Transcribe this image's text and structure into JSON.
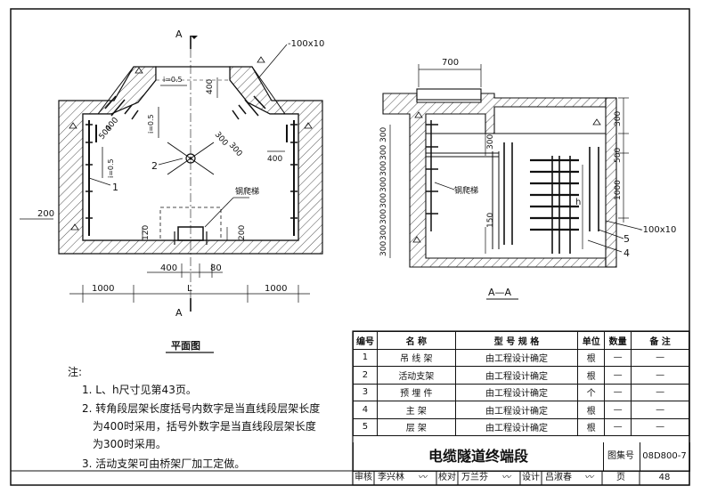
{
  "plan": {
    "section_mark": "A",
    "section_mark_bottom": "A",
    "flat_steel": "-100x10",
    "slope1": "i=0.5",
    "slope2": "i=0.5",
    "slope3": "i=0.5",
    "dim_400_a": "400",
    "dim_400_b": "400",
    "dim_500": "500",
    "dim_300_a": "300",
    "dim_300_b": "300",
    "dim_400_c": "400",
    "dim_120": "120",
    "dim_200": "200",
    "dim_200_left": "200",
    "dim_400_bottom": "400",
    "dim_80": "80",
    "dim_1000_left": "1000",
    "dim_L": "L",
    "dim_1000_right": "1000",
    "ladder": "钢爬梯",
    "callout_1": "1",
    "callout_2": "2",
    "caption": "平面图"
  },
  "section": {
    "dim_700": "700",
    "dim_300_top": "300",
    "dim_500": "500",
    "dim_1000": "1000",
    "dim_h": "h",
    "dim_300_inner": "300",
    "dim_150": "150",
    "left_dims": [
      "300",
      "300",
      "300",
      "300",
      "300",
      "300",
      "300",
      "300"
    ],
    "ladder": "钢爬梯",
    "flat_steel": "-100x10",
    "callout_4": "4",
    "callout_5": "5",
    "caption": "A—A"
  },
  "notes": {
    "heading": "注:",
    "items": [
      "1. L、h尺寸见第43页。",
      "2. 转角段层架长度括号内数字是当直线段层架长度",
      "为400时采用，括号外数字是当直线段层架长度",
      "为300时采用。",
      "3. 活动支架可由桥架厂加工定做。"
    ]
  },
  "table": {
    "headers": [
      "编号",
      "名 称",
      "型 号 规 格",
      "单位",
      "数量",
      "备 注"
    ],
    "rows": [
      [
        "1",
        "吊 线 架",
        "由工程设计确定",
        "根",
        "—",
        "—"
      ],
      [
        "2",
        "活动支架",
        "由工程设计确定",
        "根",
        "—",
        "—"
      ],
      [
        "3",
        "预 埋 件",
        "由工程设计确定",
        "个",
        "—",
        "—"
      ],
      [
        "4",
        "主 架",
        "由工程设计确定",
        "根",
        "—",
        "—"
      ],
      [
        "5",
        "层 架",
        "由工程设计确定",
        "根",
        "—",
        "—"
      ]
    ]
  },
  "titleblock": {
    "title": "电缆隧道终端段",
    "set_label": "图集号",
    "set_value": "08D800-7",
    "review_label": "审核",
    "review_name": "李兴林",
    "check_label": "校对",
    "check_name": "万兰芬",
    "design_label": "设计",
    "design_name": "吕淑春",
    "page_label": "页",
    "page_value": "48"
  }
}
